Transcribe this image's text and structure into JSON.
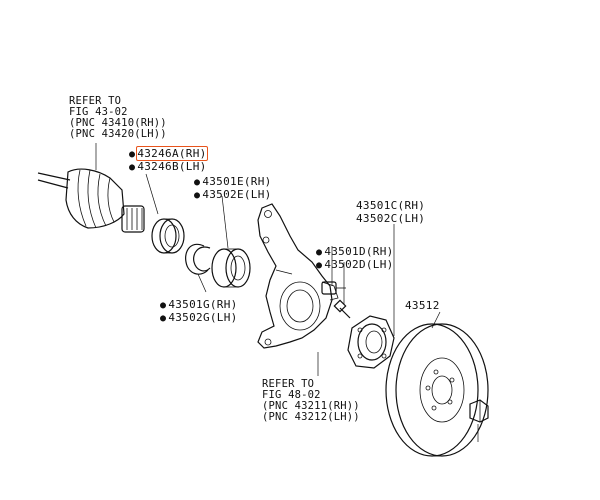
{
  "refs": {
    "top": {
      "lines": [
        "REFER TO",
        "FIG 43-02",
        "(PNC 43410(RH))",
        "(PNC 43420(LH))"
      ]
    },
    "bottom": {
      "lines": [
        "REFER TO",
        "FIG 48-02",
        "(PNC 43211(RH))",
        "(PNC 43212(LH))"
      ]
    }
  },
  "parts": {
    "p43246a": "43246A(RH)",
    "p43246b": "43246B(LH)",
    "p43501e": "43501E(RH)",
    "p43502e": "43502E(LH)",
    "p43501c": "43501C(RH)",
    "p43502c": "43502C(LH)",
    "p43501d": "43501D(RH)",
    "p43502d": "43502D(LH)",
    "p43501g": "43501G(RH)",
    "p43502g": "43502G(LH)",
    "p43512": "43512"
  },
  "bullet": "●",
  "highlight_color": "#e8541c"
}
